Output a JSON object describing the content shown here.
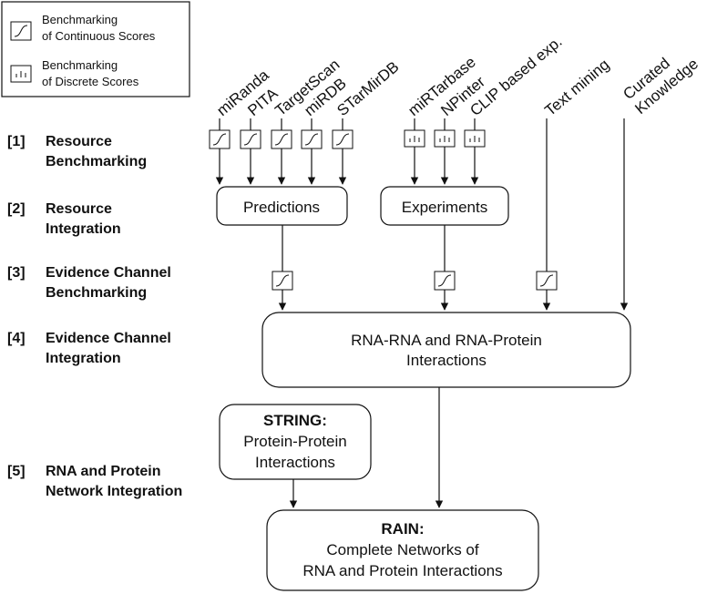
{
  "legend": {
    "continuous": [
      "Benchmarking",
      "of Continuous Scores"
    ],
    "discrete": [
      "Benchmarking",
      "of Discrete Scores"
    ]
  },
  "resources": {
    "predictions": [
      "miRanda",
      "PITA",
      "TargetScan",
      "miRDB",
      "STarMirDB"
    ],
    "experiments": [
      "miRTarbase",
      "NPinter",
      "CLIP based exp."
    ],
    "text": "Text mining",
    "curated": [
      "Curated",
      "Knowledge"
    ]
  },
  "steps": [
    {
      "num": "[1]",
      "lines": [
        "Resource",
        "Benchmarking"
      ]
    },
    {
      "num": "[2]",
      "lines": [
        "Resource",
        "Integration"
      ]
    },
    {
      "num": "[3]",
      "lines": [
        "Evidence Channel",
        "Benchmarking"
      ]
    },
    {
      "num": "[4]",
      "lines": [
        "Evidence Channel",
        "Integration"
      ]
    },
    {
      "num": "[5]",
      "lines": [
        "RNA and Protein",
        "Network Integration"
      ]
    }
  ],
  "boxes": {
    "predictions": "Predictions",
    "experiments": "Experiments",
    "interactions": [
      "RNA-RNA and RNA-Protein",
      "Interactions"
    ],
    "string_title": "STRING:",
    "string_lines": [
      "Protein-Protein",
      "Interactions"
    ],
    "rain_title": "RAIN:",
    "rain_lines": [
      "Complete Networks of",
      "RNA and Protein Interactions"
    ]
  }
}
